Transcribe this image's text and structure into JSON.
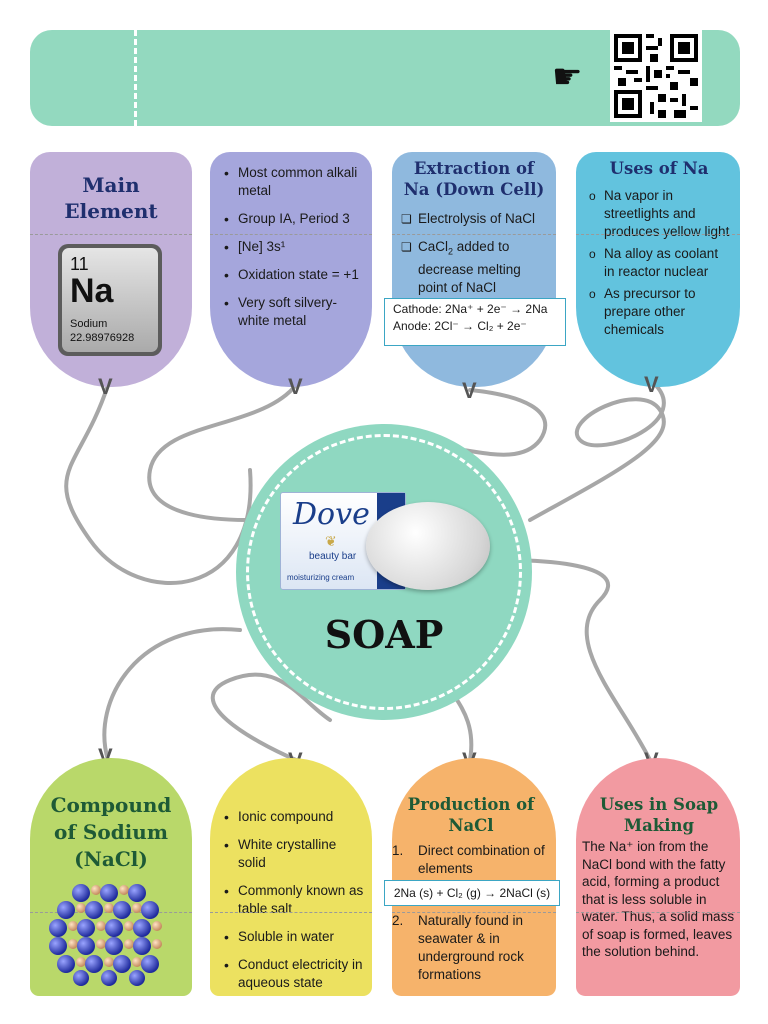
{
  "cards": {
    "main_element": {
      "title_line1": "Main",
      "title_line2": "Element",
      "tile_number": "11",
      "tile_symbol": "Na",
      "tile_name": "Sodium",
      "tile_mass": "22.98976928"
    },
    "properties": {
      "items": [
        "Most common alkali metal",
        "Group IA, Period 3",
        "[Ne] 3s¹",
        "Oxidation state = +1",
        "Very soft silvery-white metal"
      ]
    },
    "extraction": {
      "title_line1": "Extraction of",
      "title_line2": "Na (Down Cell)",
      "item1": "Electrolysis of NaCl",
      "item2_pre": "CaCl",
      "item2_sub": "2",
      "item2_post": " added to decrease melting point of NaCl",
      "cathode": "Cathode: 2Na⁺ + 2e⁻ → 2Na",
      "anode": "Anode: 2Cl⁻ → Cl₂ + 2e⁻"
    },
    "uses_na": {
      "title": "Uses of Na",
      "items": [
        "Na vapor in streetlights and produces yellow light",
        "Na alloy as coolant in reactor nuclear",
        "As precursor to prepare other chemicals"
      ]
    },
    "compound": {
      "title_line1": "Compound",
      "title_line2": "of Sodium",
      "title_line3": "(NaCl)"
    },
    "nacl_props": {
      "items": [
        "Ionic compound",
        "White crystalline solid",
        "Commonly known as table salt",
        "Soluble in water",
        "Conduct electricity in aqueous state"
      ]
    },
    "production": {
      "title_line1": "Production of",
      "title_line2": "NaCl",
      "item1_num": "1.",
      "item1": "Direct combination of elements",
      "equation": "2Na (s) + Cl₂ (g) → 2NaCl (s)",
      "item2_num": "2.",
      "item2": "Naturally found in seawater & in underground rock formations"
    },
    "soap_making": {
      "title_line1": "Uses in Soap",
      "title_line2": "Making",
      "body": "The Na⁺ ion from the NaCl bond with the fatty acid, forming a product that is less soluble in water. Thus, a solid mass of soap is formed, leaves the solution behind."
    }
  },
  "center": {
    "label": "SOAP",
    "brand": "Dove",
    "product_line": "beauty bar",
    "product_tag": "moisturizing cream"
  },
  "colors": {
    "header": "#93d9bf",
    "main_element": "#c1b0d9",
    "properties": "#a5a6dc",
    "extraction": "#8fb9de",
    "uses_na": "#62c3de",
    "compound": "#b9d86a",
    "nacl_props": "#ece160",
    "production": "#f6b36b",
    "soap_making": "#f29aa1",
    "center": "#8fd8c1"
  }
}
